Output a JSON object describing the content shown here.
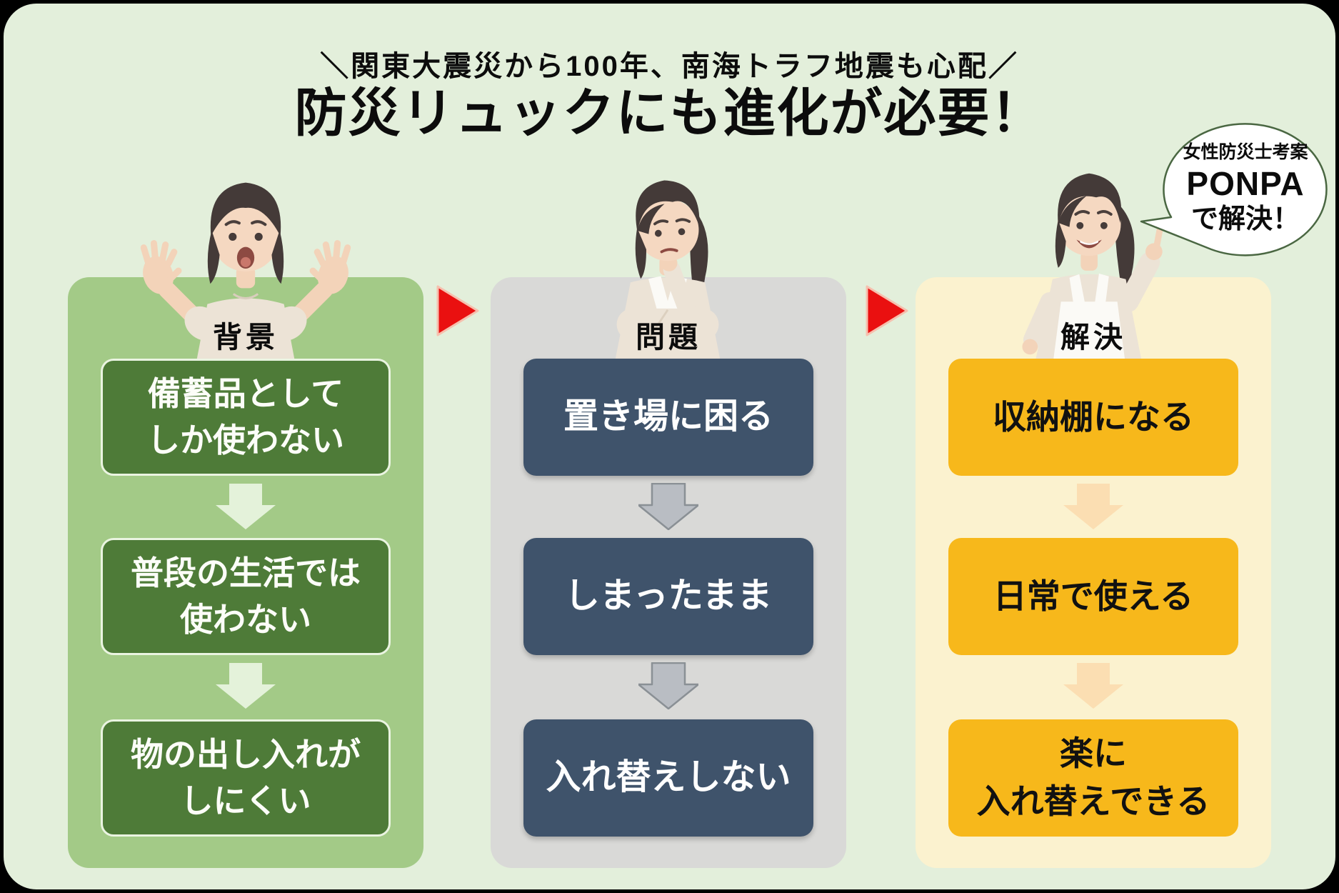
{
  "header": {
    "subtitle": "＼関東大震災から100年、南海トラフ地震も心配／",
    "title": "防災リュックにも進化が必要！"
  },
  "bubble": {
    "lines": [
      "女性防災士考案",
      "PONPA",
      "で解決！"
    ]
  },
  "columns": [
    {
      "label": "背景",
      "boxes": [
        {
          "lines": [
            "備蓄品として",
            "しか使わない"
          ]
        },
        {
          "lines": [
            "普段の生活では",
            "使わない"
          ]
        },
        {
          "lines": [
            "物の出し入れが",
            "しにくい"
          ]
        }
      ]
    },
    {
      "label": "問題",
      "boxes": [
        {
          "lines": [
            "置き場に困る"
          ]
        },
        {
          "lines": [
            "しまったまま"
          ]
        },
        {
          "lines": [
            "入れ替えしない"
          ]
        }
      ]
    },
    {
      "label": "解決",
      "boxes": [
        {
          "lines": [
            "収納棚になる"
          ]
        },
        {
          "lines": [
            "日常で使える"
          ]
        },
        {
          "lines": [
            "楽に",
            "入れ替えできる"
          ]
        }
      ]
    }
  ],
  "figures": [
    {
      "description": "woman surprised with both hands raised"
    },
    {
      "description": "woman thinking with finger on chin, arms crossed"
    },
    {
      "description": "woman in white apron smiling and pointing up"
    }
  ],
  "icons": {
    "flow_arrow": "red right-pointing triangle",
    "step_arrow": "block down-arrow"
  },
  "colors": {
    "frame": "#000000",
    "background": "#e3efdb",
    "left_panel": "#a3ca87",
    "left_box": "#4e7b38",
    "left_box_border": "#eaf4e1",
    "left_step_arrow": "#e4f2da",
    "mid_panel": "#d9d9d7",
    "mid_box": "#3f536b",
    "mid_step_arrow": "#b9bdc3",
    "mid_step_arrow_border": "#8a9095",
    "right_panel": "#fbf2cf",
    "right_box": "#f7b81b",
    "right_step_arrow": "#fbdeb2",
    "flow_arrow_red": "#ea1010",
    "bubble_border": "#4a6742",
    "bubble_fill": "#ffffff"
  }
}
